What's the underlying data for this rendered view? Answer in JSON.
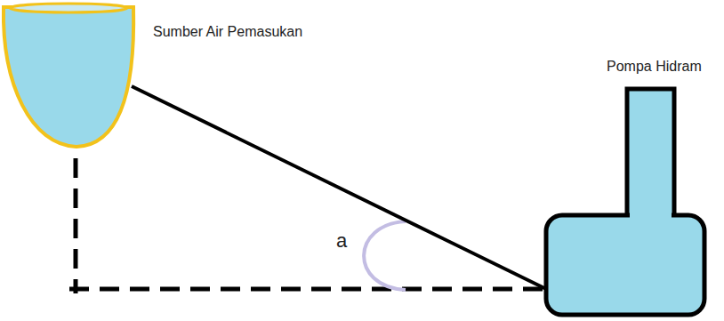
{
  "diagram": {
    "nodes": [
      {
        "text": [
          "Sumber Air Pemasukan"
        ]
      },
      {
        "text": [
          "Pompa Hidram"
        ]
      }
    ],
    "edges": [
      {
        "from": 0,
        "to": 1,
        "arrow": "none"
      }
    ],
    "labels": [
      "a"
    ]
  }
}
